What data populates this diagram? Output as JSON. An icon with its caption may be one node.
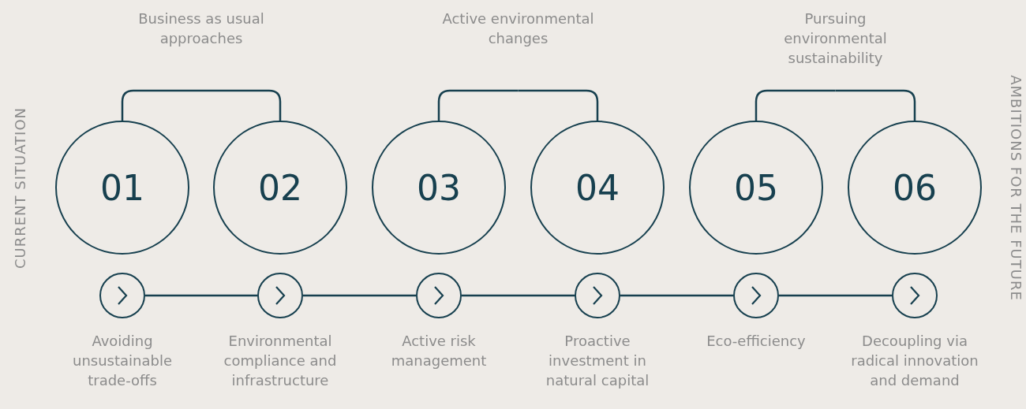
{
  "diagram": {
    "nodes": [
      {
        "text": [
          "Business as usual approaches"
        ]
      },
      {
        "text": [
          "01"
        ]
      },
      {
        "text": [
          "02"
        ]
      },
      {
        "text": [
          "Active environmental changes"
        ]
      },
      {
        "text": [
          "03"
        ]
      },
      {
        "text": [
          "04"
        ]
      },
      {
        "text": [
          "Pursuing environmental sustainability"
        ]
      },
      {
        "text": [
          "05"
        ]
      },
      {
        "text": [
          "06"
        ]
      },
      {
        "text": [],
        "shape": "circle",
        "beside": [
          "Avoiding unsustainable trade-offs"
        ]
      },
      {
        "text": [],
        "shape": "circle",
        "beside": [
          "Environmental compliance and infrastructure"
        ]
      },
      {
        "text": [],
        "shape": "circle",
        "beside": [
          "Active risk management"
        ]
      },
      {
        "text": [],
        "shape": "circle",
        "beside": [
          "Proactive investment in natural capital"
        ]
      },
      {
        "text": [],
        "shape": "circle",
        "beside": [
          "Eco-efficiency"
        ]
      },
      {
        "text": [],
        "shape": "circle",
        "beside": [
          "Decoupling via radical innovation and demand"
        ]
      }
    ],
    "edges": [
      {
        "from": 0,
        "to": 1,
        "arrow": "none"
      },
      {
        "from": 0,
        "to": 2,
        "arrow": "none"
      },
      {
        "from": 3,
        "to": 4,
        "arrow": "none"
      },
      {
        "from": 3,
        "to": 5,
        "arrow": "none"
      },
      {
        "from": 6,
        "to": 7,
        "arrow": "none"
      },
      {
        "from": 6,
        "to": 8,
        "arrow": "none"
      },
      {
        "from": 9,
        "to": 10,
        "arrow": "none"
      },
      {
        "from": 10,
        "to": 11,
        "arrow": "none"
      },
      {
        "from": 11,
        "to": 12,
        "arrow": "none"
      },
      {
        "from": 12,
        "to": 13,
        "arrow": "none"
      },
      {
        "from": 13,
        "to": 14,
        "arrow": "none"
      }
    ],
    "labels": [
      "CURRENT SITUATION",
      "AMBITIONS FOR THE FUTURE"
    ]
  }
}
